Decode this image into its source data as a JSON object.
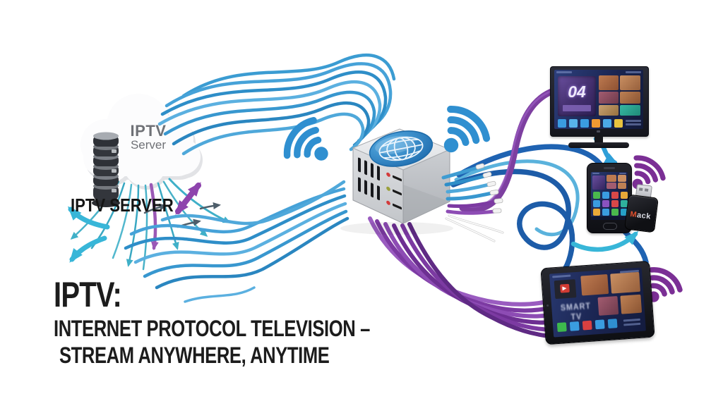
{
  "cloud_server": {
    "label_line1": "IPTV",
    "label_line2": "Server",
    "caption": "IPTV SERVER"
  },
  "headline": {
    "line1": "IPTV:",
    "line2": "INTERNET PROTOCOL TELEVISION –",
    "line3": "STREAM ANYWHERE, ANYTIME"
  },
  "devices": {
    "smart_tv": {
      "screen_channel": "04"
    },
    "usb_dongle": {
      "label": "Mack"
    },
    "tablet": {
      "screen_word": "SMART TV"
    }
  },
  "colors": {
    "cable_blue": "#3e9cd2",
    "cable_dark_blue": "#1d5ca8",
    "cable_purple": "#7c3aa2",
    "arrow_cyan": "#38b6d8",
    "wifi_blue": "#2f8fd0",
    "wifi_purple": "#7b2f95",
    "text_black": "#1c1c1c"
  }
}
